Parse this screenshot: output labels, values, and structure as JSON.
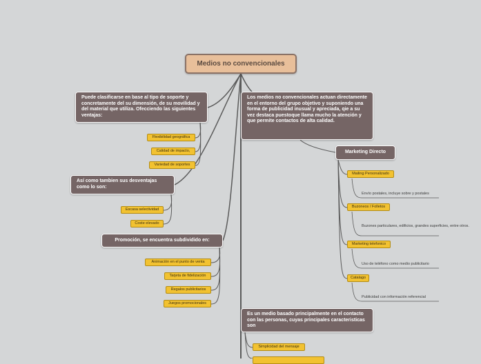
{
  "root": {
    "label": "Medios no convencionales"
  },
  "left": {
    "intro": "Puede clasificarse en base al tipo de soporte y concretamente del su dimensión, de su movilidad  y del material que utiliza. Ofecciendo las siguientes ventajas:",
    "ventajas": [
      "Flexibilidad geográfica",
      "Calidad de impacto,",
      "Variedad de soportes"
    ],
    "desventajas_title": "Así como tambien sus desventajas como lo son:",
    "desventajas": [
      "Escasa selectividad",
      "Coste elevado"
    ],
    "promocion_title": "Promoción, se encuentra subdividido en:",
    "promocion": [
      "Animación en el punto de venta",
      "Tarjeta de fidelización",
      "Regalos publicitarios",
      "Juegos promocionales"
    ]
  },
  "right": {
    "definition": "Los medios no convencionales actuan directamente en el entorno del grupo objetivo y suponiendo una forma de publicidad inusual y apreciada, qie a su vez destaca puestoque llama mucho la atención y que permite contactos de alta calidad.",
    "marketing_title": "Marketing Directo",
    "marketing_items": [
      {
        "label": "Mailing Personalizado",
        "note": "Envío postales, incluye sobre y postales"
      },
      {
        "label": "Buzoneos / Folletos",
        "note": "Buzones particulares, edificios, grandes superficies, entre otros."
      },
      {
        "label": "Marketing telefonico",
        "note": "Uso de teléfono como medio publicitario"
      },
      {
        "label": "Catalago",
        "note": "Publicidad  con información referencial"
      }
    ],
    "contacto": "Es un medio basado principalmente en el contacto con las personas, cuyas principales caracteristicas son",
    "contacto_items": [
      "Simplicidad del mensaje",
      ""
    ]
  },
  "colors": {
    "background": "#d4d6d7",
    "root": "#e8bf9a",
    "topic": "#756565",
    "subtopic": "#f2c231",
    "line": "#5a5a5a"
  }
}
